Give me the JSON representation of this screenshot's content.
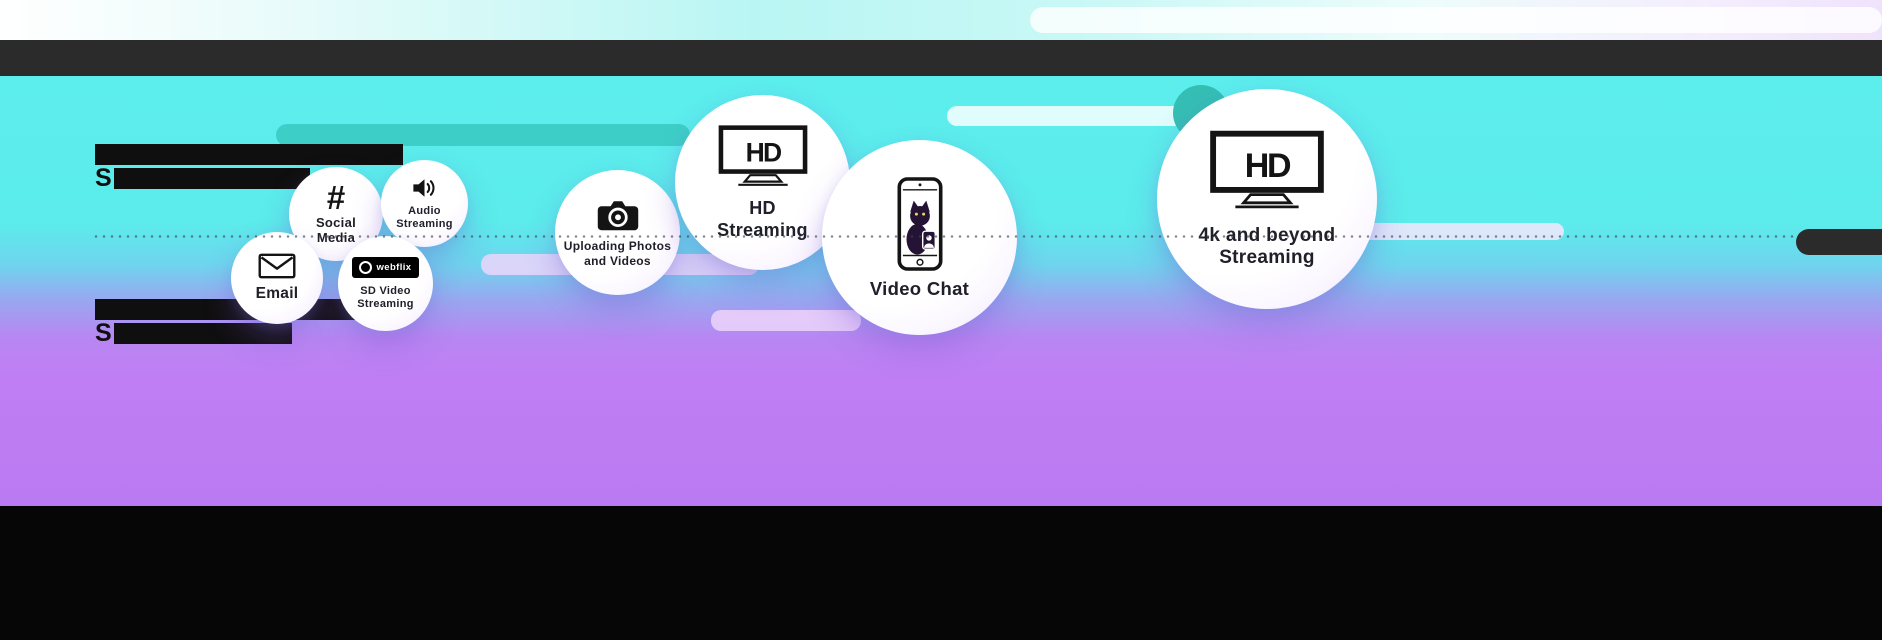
{
  "canvas": {
    "width": "1882",
    "height": "640"
  },
  "colors": {
    "cyan": "#5CEDED",
    "purple": "#BE7EF4",
    "top_bar": "#2B2B2B",
    "bottom_bar": "#060606",
    "teal_pill": "#3DCFC7",
    "lavender_pill": "#E8CDF9"
  },
  "icons": {
    "hashtag_glyph": "#"
  },
  "speed_tiers": [
    {
      "visible_letter": "S"
    },
    {
      "visible_letter": "S"
    }
  ],
  "bubbles": [
    {
      "label": "Email",
      "icon": "envelope-icon"
    },
    {
      "label": "Social Media",
      "icon": "hashtag-icon"
    },
    {
      "label": "Audio Streaming",
      "icon": "speaker-icon"
    },
    {
      "label": "SD Video Streaming",
      "icon": "webflix-logo",
      "logo_text": "webflix"
    },
    {
      "label": "Uploading Photos and Videos",
      "icon": "camera-icon"
    },
    {
      "label": "HD Streaming",
      "icon": "hd-tv-icon",
      "icon_text": "HD"
    },
    {
      "label": "Video Chat",
      "icon": "video-chat-phone-icon"
    },
    {
      "label": "4k and beyond Streaming",
      "icon": "hd-tv-icon",
      "icon_text": "HD"
    }
  ]
}
